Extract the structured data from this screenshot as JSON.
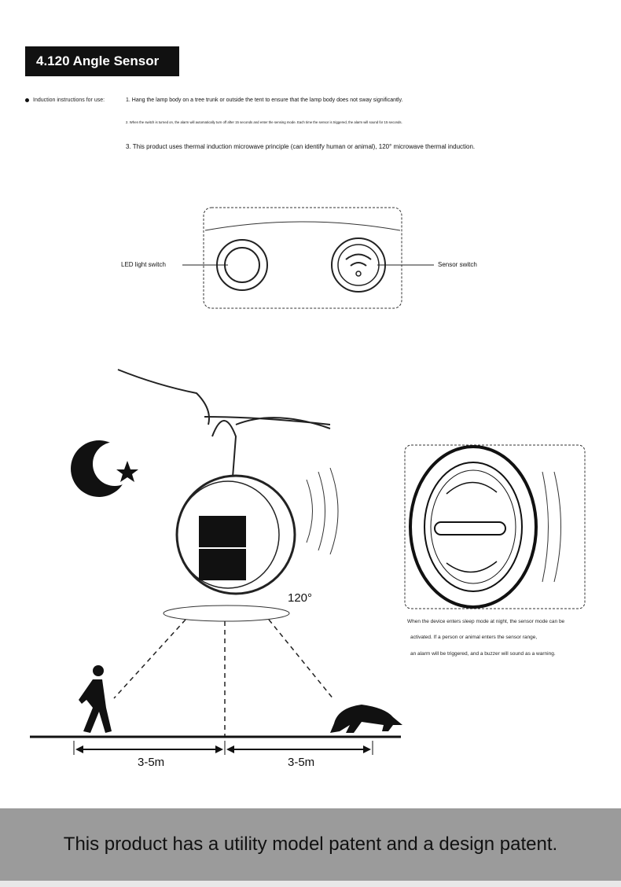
{
  "section_title": "4.120 Angle Sensor",
  "instructions": {
    "label": "Induction instructions for use:",
    "items": [
      "1. Hang the lamp body on a tree trunk or outside the tent to ensure that the lamp body does not sway significantly.",
      "2. When the switch is turned on, the alarm will automatically turn off after 15 seconds and enter the sensing mode. Each time the sensor is triggered, the alarm will sound for 15 seconds.",
      "3. This product uses thermal induction microwave principle (can identify human or animal), 120° microwave thermal induction."
    ]
  },
  "switch_panel": {
    "led_label": "LED light switch",
    "sensor_label": "Sensor switch"
  },
  "diagram": {
    "angle": "120°",
    "left_distance": "3-5m",
    "right_distance": "3-5m"
  },
  "sleep_note": [
    "When the device enters sleep mode at night, the sensor mode can be",
    "activated. If a person or animal enters the sensor range,",
    "an alarm will be triggered, and a buzzer will sound as a warning."
  ],
  "footer": "This product has a utility model patent and a design patent."
}
